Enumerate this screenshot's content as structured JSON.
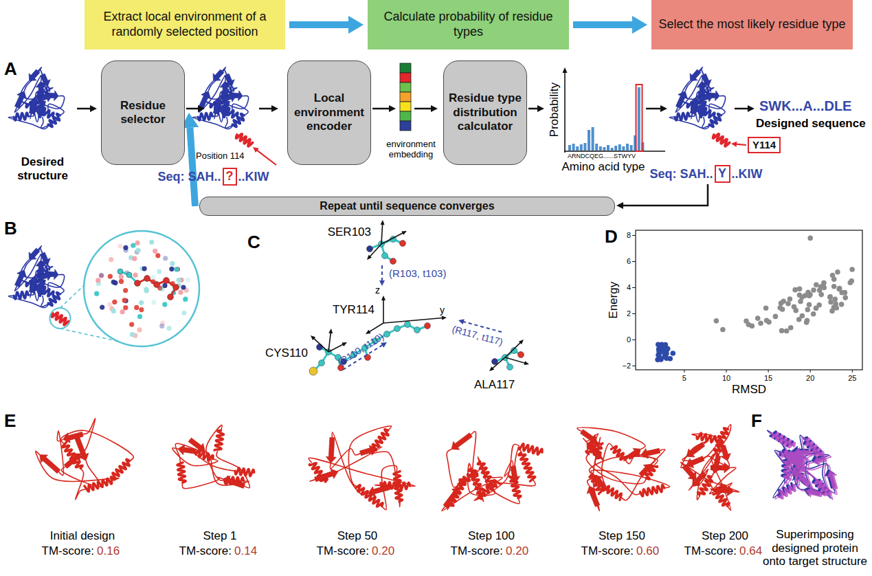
{
  "diagram": {
    "nodes": [
      {
        "text": [
          "Extract local environment of a randomly selected position"
        ]
      },
      {
        "text": [
          "Calculate probability of residue types"
        ]
      },
      {
        "text": [
          "Select the most likely residue type"
        ]
      },
      {
        "text": [
          "Residue selector"
        ]
      },
      {
        "text": [
          "?"
        ]
      },
      {
        "text": [
          "Local environment encoder"
        ]
      },
      {
        "text": [
          "Residue type distribution calculator"
        ]
      },
      {
        "text": [
          "Y114"
        ]
      },
      {
        "text": [
          "Y"
        ]
      },
      {
        "text": [
          "Repeat until sequence converges"
        ]
      }
    ],
    "edges": [
      {
        "from": 0,
        "to": 1,
        "arrow": "to"
      },
      {
        "from": 1,
        "to": 2,
        "arrow": "to"
      },
      {
        "from": 9,
        "to": 3,
        "arrow": "to"
      }
    ],
    "labels": [
      "A",
      "Desired structure",
      "Position 114",
      "Seq: SAH..",
      "..KIW",
      "environment embedding",
      "Probability",
      "ARNDCQEG......STWYV",
      "Amino acid type",
      "Seq: SAH..",
      "..KIW",
      "SWK...A...DLE",
      "Designed sequence",
      "B",
      "C",
      "SER103",
      "(R103, t103)",
      "TYR114",
      "CYS110",
      "(R110, t110)",
      "(R117, t117)",
      "ALA117",
      "z",
      "y",
      "D",
      "8",
      "6",
      "4",
      "2",
      "0",
      "−2",
      "5",
      "10",
      "15",
      "20",
      "25",
      "RMSD",
      "Energy",
      "E",
      "Initial design",
      "TM-score:",
      "0.16",
      "Step 1",
      "TM-score:",
      "0.14",
      "Step 50",
      "TM-score:",
      "0.20",
      "Step 100",
      "TM-score:",
      "0.20",
      "Step 150",
      "TM-score:",
      "0.60",
      "Step 200",
      "TM-score:",
      "0.64",
      "F",
      "Superimposing designed protein onto target structure"
    ]
  }
}
